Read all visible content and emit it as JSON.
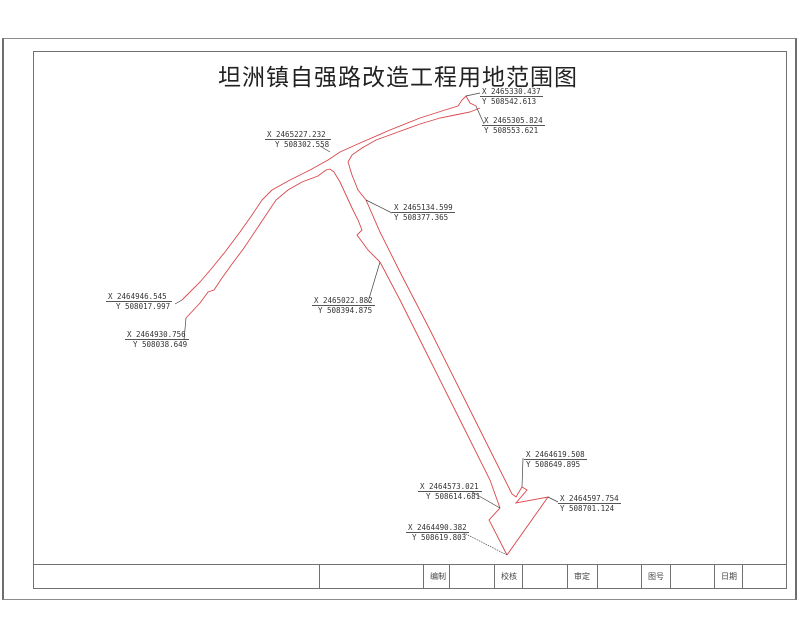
{
  "drawing": {
    "title": "坦洲镇自强路改造工程用地范围图",
    "boundary_color": "#d9454a",
    "leader_color": "#444444"
  },
  "coordinates": [
    {
      "id": "p1",
      "x": "X 2465330.437",
      "y": "Y 508542.613"
    },
    {
      "id": "p2",
      "x": "X 2465305.824",
      "y": "Y 508553.621"
    },
    {
      "id": "p3",
      "x": "X 2465227.232",
      "y": "Y 508302.558"
    },
    {
      "id": "p4",
      "x": "X 2465134.599",
      "y": "Y 508377.365"
    },
    {
      "id": "p5",
      "x": "X 2464946.545",
      "y": "Y 508017.997"
    },
    {
      "id": "p6",
      "x": "X 2464930.756",
      "y": "Y 508038.649"
    },
    {
      "id": "p7",
      "x": "X 2465022.882",
      "y": "Y 508394.875"
    },
    {
      "id": "p8",
      "x": "X 2464619.508",
      "y": "Y 508649.895"
    },
    {
      "id": "p9",
      "x": "X 2464573.021",
      "y": "Y 508614.681"
    },
    {
      "id": "p10",
      "x": "X 2464597.754",
      "y": "Y 508701.124"
    },
    {
      "id": "p11",
      "x": "X 2464490.382",
      "y": "Y 508619.803"
    }
  ],
  "title_block": {
    "labels": [
      "编制",
      "校核",
      "审定",
      "图号",
      "日期"
    ]
  }
}
